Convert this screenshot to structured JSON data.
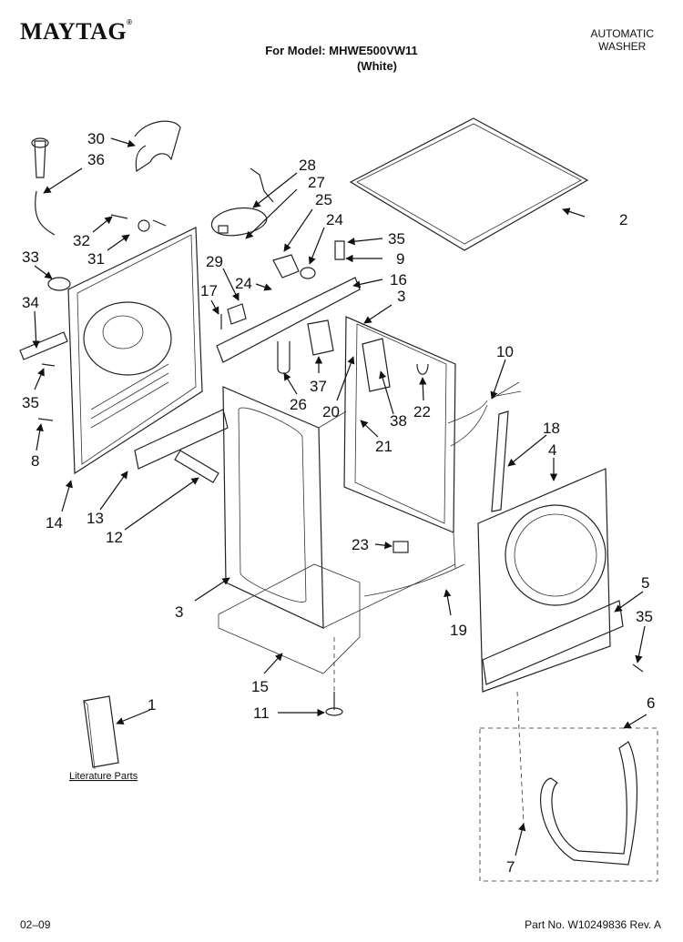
{
  "header": {
    "brand": "MAYTAG",
    "product_type_line1": "AUTOMATIC",
    "product_type_line2": "WASHER",
    "model_line": "For Model: MHWE500VW11",
    "color_line": "(White)"
  },
  "footer": {
    "date": "02–09",
    "part_number": "Part No. W10249836 Rev. A"
  },
  "literature_label": "Literature Parts",
  "callouts": [
    "1",
    "2",
    "3",
    "3",
    "4",
    "5",
    "6",
    "7",
    "8",
    "9",
    "10",
    "11",
    "12",
    "13",
    "14",
    "15",
    "16",
    "17",
    "18",
    "19",
    "20",
    "21",
    "22",
    "23",
    "24",
    "24",
    "25",
    "26",
    "27",
    "28",
    "29",
    "30",
    "31",
    "32",
    "33",
    "34",
    "35",
    "35",
    "35",
    "36",
    "37",
    "38"
  ]
}
